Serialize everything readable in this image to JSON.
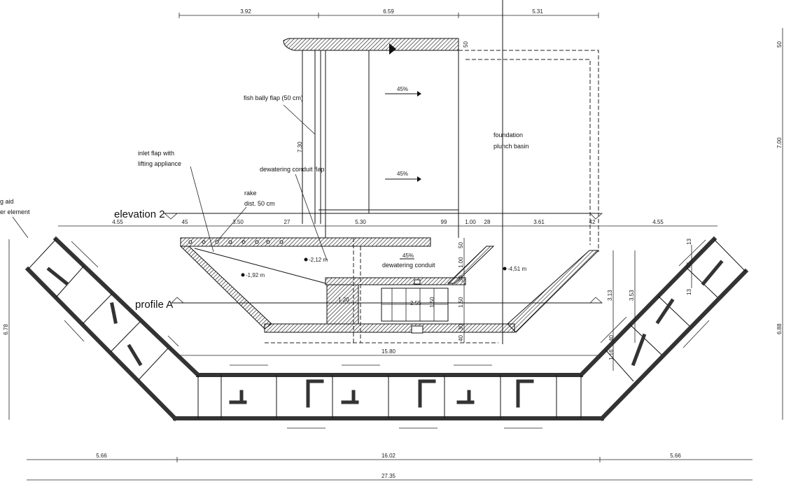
{
  "dims_top": [
    "3.92",
    "6.59",
    "5.31"
  ],
  "dims_middle": [
    "4.55",
    "45",
    "3.50",
    "27",
    "5.30",
    "99",
    "1.00",
    "28",
    "3.61",
    "42",
    "4.55"
  ],
  "dims_bottom": [
    "5.66",
    "16.02",
    "5.66"
  ],
  "dim_total": "27.35",
  "dim_basin": "15.80",
  "dims_right": [
    "50",
    "7.00",
    "6.88"
  ],
  "dim_left": "6.78",
  "dims_basin_vertical": [
    "50",
    "1.00",
    "30",
    "1.50",
    "30",
    "40"
  ],
  "dims_inner": [
    "1.20",
    "2.55",
    "1.50"
  ],
  "dims_ladder": [
    "3.13",
    "3.53",
    "13",
    "45",
    "13",
    "40",
    "1.16"
  ],
  "dim_flap": "7.30",
  "dim_flap_top": "50",
  "labels": {
    "fish_flap": "fish bally flap (50 cm)",
    "slope1": "45%",
    "slope2": "45%",
    "slope3": "45%",
    "foundation1": "foundation",
    "foundation2": "plunch basin",
    "inlet1": "inlet flap with",
    "inlet2": "lifting appliance",
    "dewatering_flap": "dewatering conduit flap",
    "rake1": "rake",
    "rake2": "dist. 50 cm",
    "aid1": "g aid",
    "aid2": "er element",
    "elevation": "elevation 2",
    "profile": "profile A",
    "dewatering_conduit": "dewatering conduit",
    "level1": "-2,12 m",
    "level2": "-1,92 m",
    "level3": "-4,51 m"
  }
}
